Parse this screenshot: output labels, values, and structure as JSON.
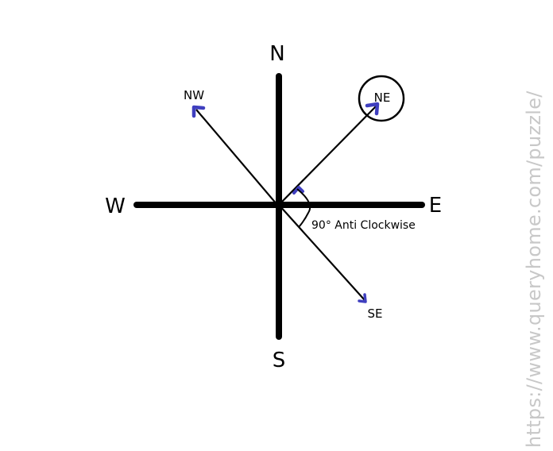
{
  "labels": {
    "north": "N",
    "south": "S",
    "east": "E",
    "west": "W",
    "northeast": "NE",
    "northwest": "NW",
    "southeast": "SE"
  },
  "annotation": {
    "rotation": "90° Anti Clockwise"
  },
  "watermark": "https://www.queryhome.com/puzzle/",
  "colors": {
    "axis": "#000000",
    "arrow_line": "#000000",
    "arrow_head": "#3f3fbf",
    "watermark": "#c8c8c8"
  }
}
